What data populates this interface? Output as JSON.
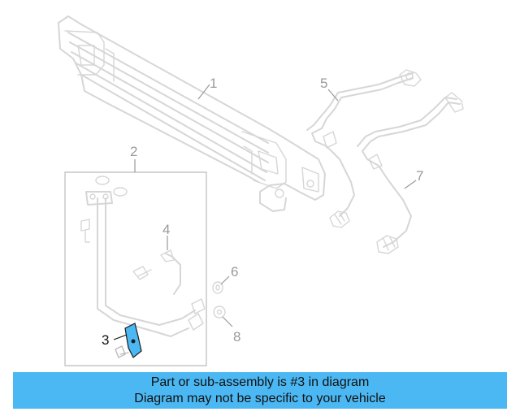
{
  "callouts": {
    "c1": "1",
    "c2": "2",
    "c3": "3",
    "c4": "4",
    "c5": "5",
    "c6": "6",
    "c7": "7",
    "c8": "8"
  },
  "highlighted_part": "3",
  "colors": {
    "highlight": "#4cb8f3",
    "line_art": "#d6d6d6",
    "callout": "#9a9a9a"
  },
  "banner": {
    "line1": "Part or sub-assembly is #3 in diagram",
    "line2": "Diagram may not be specific to your vehicle"
  }
}
